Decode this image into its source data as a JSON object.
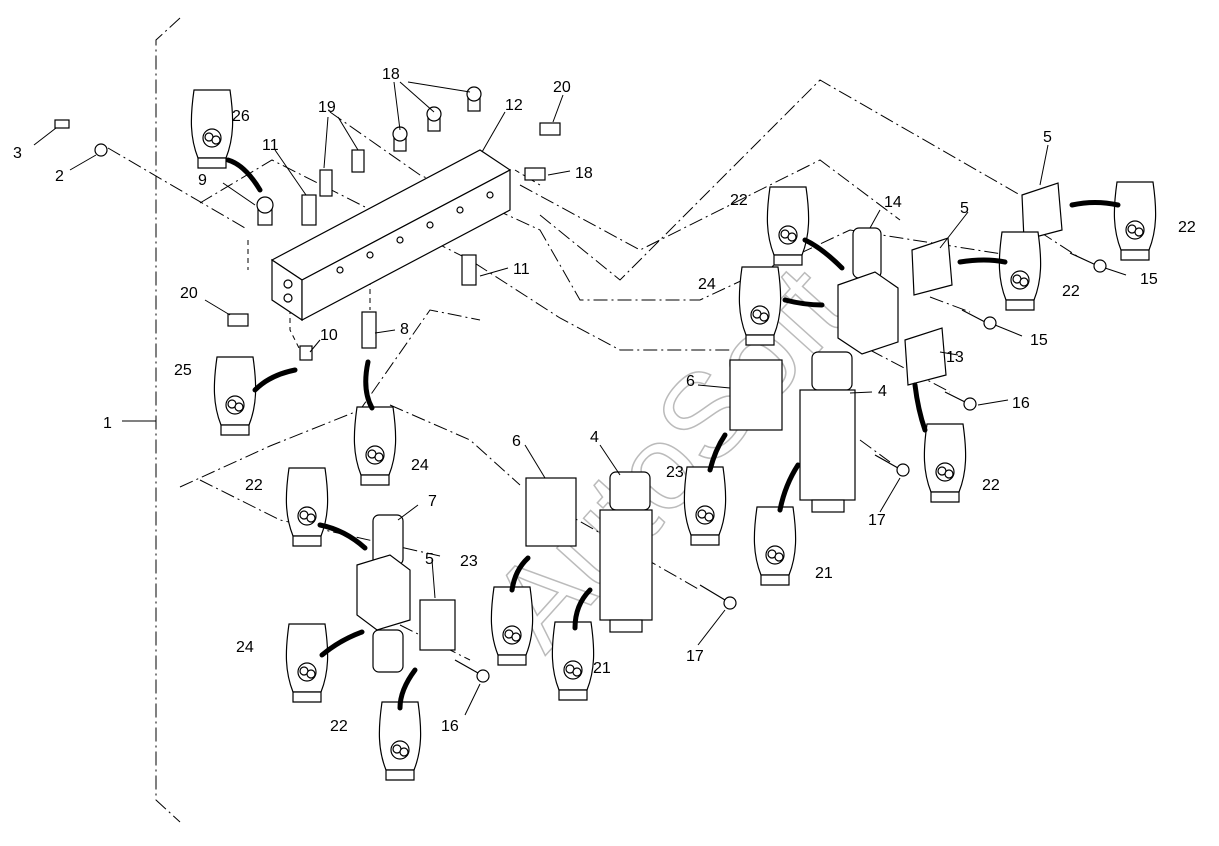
{
  "watermark": "AutoSoft",
  "labels": [
    {
      "id": "l1",
      "text": "1"
    },
    {
      "id": "l2",
      "text": "2"
    },
    {
      "id": "l3",
      "text": "3"
    },
    {
      "id": "l4a",
      "text": "4"
    },
    {
      "id": "l4b",
      "text": "4"
    },
    {
      "id": "l5a",
      "text": "5"
    },
    {
      "id": "l5b",
      "text": "5"
    },
    {
      "id": "l5c",
      "text": "5"
    },
    {
      "id": "l6a",
      "text": "6"
    },
    {
      "id": "l6b",
      "text": "6"
    },
    {
      "id": "l7",
      "text": "7"
    },
    {
      "id": "l8",
      "text": "8"
    },
    {
      "id": "l9",
      "text": "9"
    },
    {
      "id": "l10",
      "text": "10"
    },
    {
      "id": "l11a",
      "text": "11"
    },
    {
      "id": "l11b",
      "text": "11"
    },
    {
      "id": "l12",
      "text": "12"
    },
    {
      "id": "l13",
      "text": "13"
    },
    {
      "id": "l14",
      "text": "14"
    },
    {
      "id": "l15a",
      "text": "15"
    },
    {
      "id": "l15b",
      "text": "15"
    },
    {
      "id": "l16a",
      "text": "16"
    },
    {
      "id": "l16b",
      "text": "16"
    },
    {
      "id": "l17a",
      "text": "17"
    },
    {
      "id": "l17b",
      "text": "17"
    },
    {
      "id": "l18a",
      "text": "18"
    },
    {
      "id": "l18b",
      "text": "18"
    },
    {
      "id": "l19",
      "text": "19"
    },
    {
      "id": "l20a",
      "text": "20"
    },
    {
      "id": "l20b",
      "text": "20"
    },
    {
      "id": "l21a",
      "text": "21"
    },
    {
      "id": "l21b",
      "text": "21"
    },
    {
      "id": "l22a",
      "text": "22"
    },
    {
      "id": "l22b",
      "text": "22"
    },
    {
      "id": "l22c",
      "text": "22"
    },
    {
      "id": "l22d",
      "text": "22"
    },
    {
      "id": "l22e",
      "text": "22"
    },
    {
      "id": "l22f",
      "text": "22"
    },
    {
      "id": "l23a",
      "text": "23"
    },
    {
      "id": "l23b",
      "text": "23"
    },
    {
      "id": "l24a",
      "text": "24"
    },
    {
      "id": "l24b",
      "text": "24"
    },
    {
      "id": "l24c",
      "text": "24"
    },
    {
      "id": "l25",
      "text": "25"
    },
    {
      "id": "l26",
      "text": "26"
    }
  ]
}
